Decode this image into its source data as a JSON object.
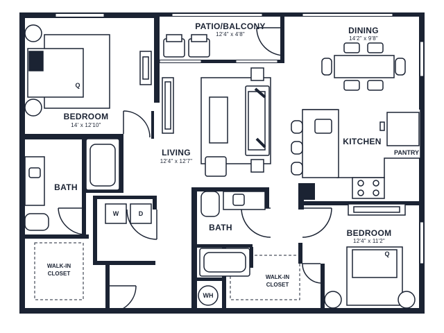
{
  "rooms": {
    "patio": {
      "name": "PATIO/BALCONY",
      "size": "12'4\" x 4'8\""
    },
    "dining": {
      "name": "DINING",
      "size": "14'2\" x 9'8\""
    },
    "bedroom1": {
      "name": "BEDROOM",
      "size": "14' x 12'10\""
    },
    "living": {
      "name": "LIVING",
      "size": "12'4\" x 12'7\""
    },
    "kitchen": {
      "name": "KITCHEN"
    },
    "pantry": {
      "name": "PANTRY"
    },
    "bath1": {
      "name": "BATH"
    },
    "bath2": {
      "name": "BATH"
    },
    "bedroom2": {
      "name": "BEDROOM",
      "size": "12'4\" x 11'2\""
    },
    "walkin1": {
      "line1": "WALK-IN",
      "line2": "CLOSET"
    },
    "walkin2": {
      "line1": "WALK-IN",
      "line2": "CLOSET"
    }
  },
  "fixtures": {
    "washer": "W",
    "dryer": "D",
    "water_heater": "WH",
    "bed_q1": "Q",
    "bed_q2": "Q"
  },
  "colors": {
    "wall": "#1b2333",
    "line": "#1b2333",
    "window": "#ffffff",
    "background": "#ffffff"
  }
}
